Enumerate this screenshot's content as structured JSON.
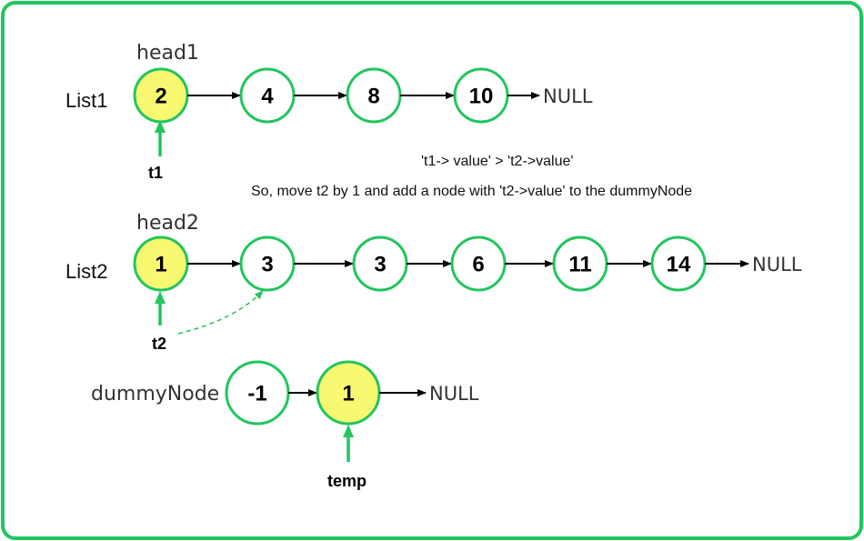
{
  "colors": {
    "border": "#22c55e",
    "node_stroke": "#22c55e",
    "highlight_fill": "#f9f871",
    "pointer_arrow": "#22c55e",
    "link_arrow": "#000000"
  },
  "list1": {
    "label": "List1",
    "head_label": "head1",
    "nodes": [
      "2",
      "4",
      "8",
      "10"
    ],
    "terminator": "NULL",
    "pointer": "t1"
  },
  "list2": {
    "label": "List2",
    "head_label": "head2",
    "nodes": [
      "1",
      "3",
      "3",
      "6",
      "11",
      "14"
    ],
    "terminator": "NULL",
    "pointer": "t2"
  },
  "dummy": {
    "label": "dummyNode",
    "nodes": [
      "-1",
      "1"
    ],
    "terminator": "NULL",
    "pointer": "temp"
  },
  "annotation": {
    "line1": "'t1-> value' > 't2->value'",
    "line2": "So, move t2 by 1 and add a node with 't2->value' to the dummyNode"
  }
}
